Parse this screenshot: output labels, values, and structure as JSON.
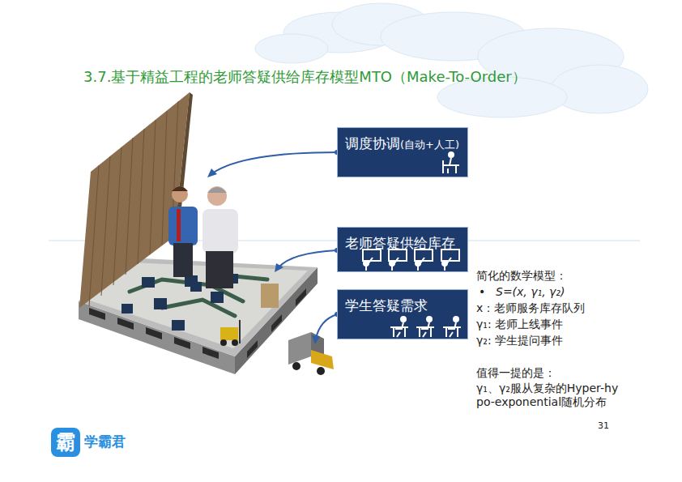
{
  "diagram": {
    "title": "3.7.基于精益工程的老师答疑供给库存模型MTO（Make-To-Order）",
    "nodes": [
      {
        "text": [
          "调度协调",
          "(自动+人工)"
        ]
      },
      {
        "text": [
          "老师答疑供给库存"
        ]
      },
      {
        "text": [
          "学生答疑需求"
        ]
      }
    ],
    "labels": [
      "简化的数学模型：",
      "•",
      "S=(x, γ₁, γ₂)",
      "x：老师服务库存队列",
      "γ₁: 老师上线事件",
      "γ₂: 学生提问事件",
      "值得一提的是：",
      "γ₁、γ₂服从复杂的Hyper-hypo-exponential随机分布",
      "31",
      "霸",
      "学霸君"
    ]
  }
}
